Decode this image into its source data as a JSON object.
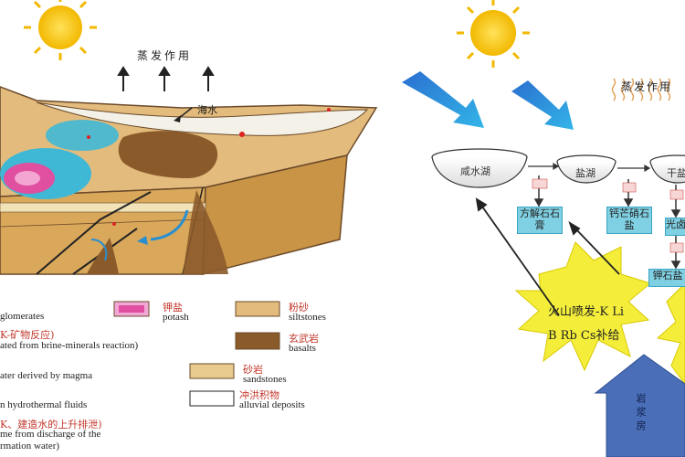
{
  "left_panel": {
    "evaporation_label": "蒸发作用",
    "seawater_label": "海水",
    "legend": [
      {
        "cn": "",
        "en": "glomerates"
      },
      {
        "cn": "钾盐",
        "en": "potash"
      },
      {
        "cn": "粉砂",
        "en": "siltstones"
      },
      {
        "cn": "K-矿物反应)",
        "en": "ated from brine-minerals reaction)"
      },
      {
        "cn": "玄武岩",
        "en": "basalts"
      },
      {
        "cn": "",
        "en": "ater derived by magma"
      },
      {
        "cn": "砂岩",
        "en": "sandstones"
      },
      {
        "cn": "冲洪积物",
        "en": "alluvial deposits"
      },
      {
        "cn": "",
        "en": "n hydrothermal fluids"
      },
      {
        "cn": "K、建造水的上升排泄)",
        "en": "me from discharge of the"
      },
      {
        "cn": "",
        "en": "rmation water)"
      }
    ]
  },
  "right_panel": {
    "evaporation_label": "蒸发作用",
    "lakes": [
      {
        "label": "咸水湖"
      },
      {
        "label": "盐湖"
      },
      {
        "label": "干盐"
      }
    ],
    "boxes": [
      {
        "label": "方解石石膏"
      },
      {
        "label": "钙芒硝石盐"
      },
      {
        "label": "光卤"
      },
      {
        "label": "钾石盐"
      }
    ],
    "volcano_line1": "火山喷发-K Li",
    "volcano_line2": "B Rb Cs补给",
    "magma_label": "岩浆房"
  },
  "colors": {
    "sun": "#f5c400",
    "tan": "#d9a85b",
    "brown": "#8b5a2b",
    "cyan": "#4fb3d9",
    "pink": "#e04fa0",
    "yellow_burst": "#f4ee3a",
    "blue_arrow": "#2a8fd0",
    "magma_blue": "#4a6fb8"
  }
}
